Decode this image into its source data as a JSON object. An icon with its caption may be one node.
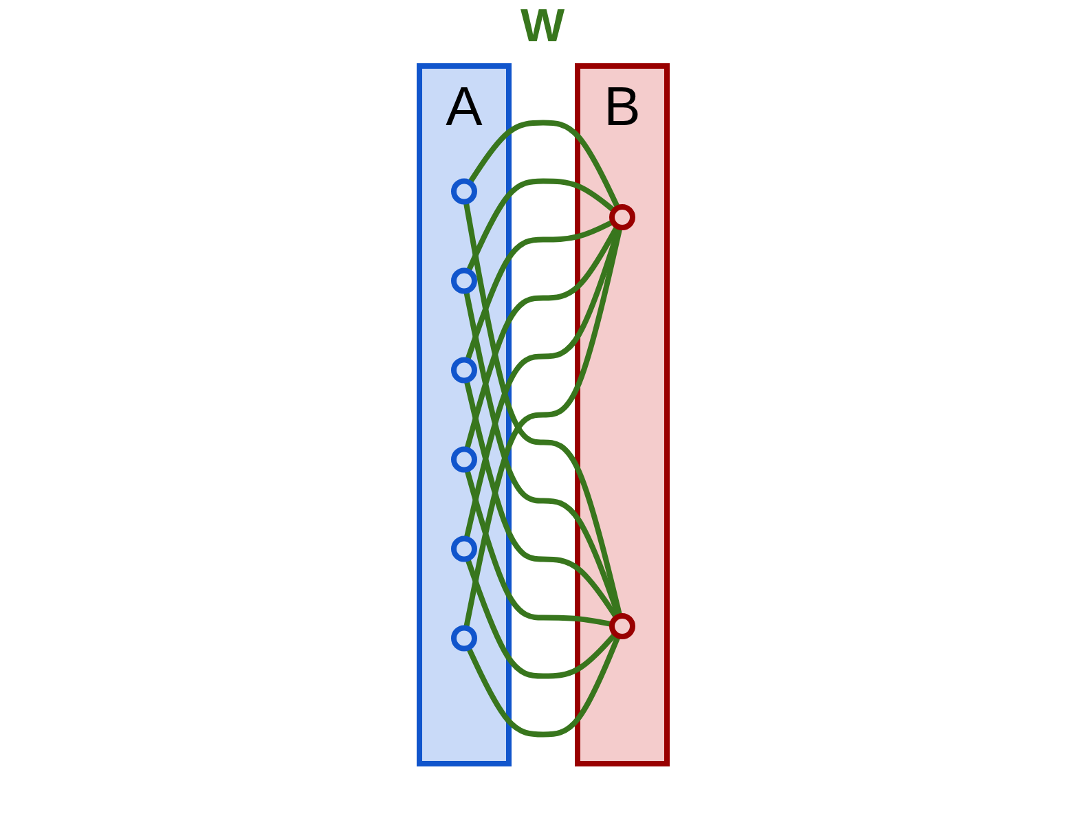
{
  "diagram": {
    "nodes": [
      {
        "text": [
          "A"
        ]
      },
      {
        "text": [],
        "shape": "circle",
        "in": 0
      },
      {
        "text": [],
        "shape": "circle",
        "in": 0
      },
      {
        "text": [],
        "shape": "circle",
        "in": 0
      },
      {
        "text": [],
        "shape": "circle",
        "in": 0
      },
      {
        "text": [],
        "shape": "circle",
        "in": 0
      },
      {
        "text": [],
        "shape": "circle",
        "in": 0
      },
      {
        "text": [
          "B"
        ]
      },
      {
        "text": [],
        "shape": "circle",
        "in": 7
      },
      {
        "text": [],
        "shape": "circle",
        "in": 7
      }
    ],
    "edges": [
      {
        "from": 1,
        "to": 8,
        "arrow": "none"
      },
      {
        "from": 1,
        "to": 9,
        "arrow": "none"
      },
      {
        "from": 2,
        "to": 8,
        "arrow": "none"
      },
      {
        "from": 2,
        "to": 9,
        "arrow": "none"
      },
      {
        "from": 3,
        "to": 8,
        "arrow": "none"
      },
      {
        "from": 3,
        "to": 9,
        "arrow": "none"
      },
      {
        "from": 4,
        "to": 8,
        "arrow": "none"
      },
      {
        "from": 4,
        "to": 9,
        "arrow": "none"
      },
      {
        "from": 5,
        "to": 8,
        "arrow": "none"
      },
      {
        "from": 5,
        "to": 9,
        "arrow": "none"
      },
      {
        "from": 6,
        "to": 8,
        "arrow": "none"
      },
      {
        "from": 6,
        "to": 9,
        "arrow": "none"
      }
    ],
    "labels": [
      "W"
    ]
  }
}
